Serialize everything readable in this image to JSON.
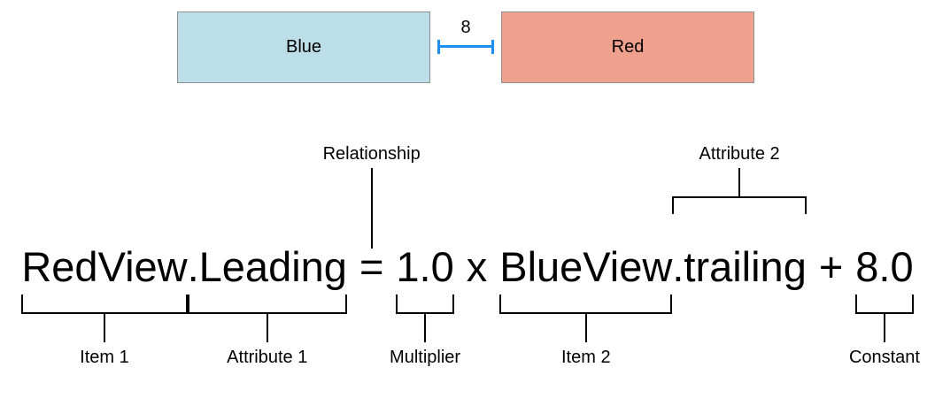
{
  "views": {
    "blue": {
      "label": "Blue"
    },
    "red": {
      "label": "Red"
    },
    "gap": {
      "value": "8"
    }
  },
  "equation": {
    "item1": "RedView",
    "attribute1": ".Leading",
    "relation": "=",
    "multiplier": "1.0",
    "multiply_sign": "x",
    "item2": "BlueView",
    "attribute2": ".trailing",
    "plus_sign": "+",
    "constant": "8.0"
  },
  "callouts": {
    "relationship": "Relationship",
    "attribute2": "Attribute 2",
    "item1": "Item 1",
    "attribute1": "Attribute 1",
    "multiplier": "Multiplier",
    "item2": "Item 2",
    "constant": "Constant"
  },
  "colors": {
    "blue_fill": "#BCDEE9",
    "red_fill": "#F0A18D",
    "box_border": "#8E8E8E",
    "spacing_line": "#1D8FF0",
    "line_color": "#000000"
  }
}
